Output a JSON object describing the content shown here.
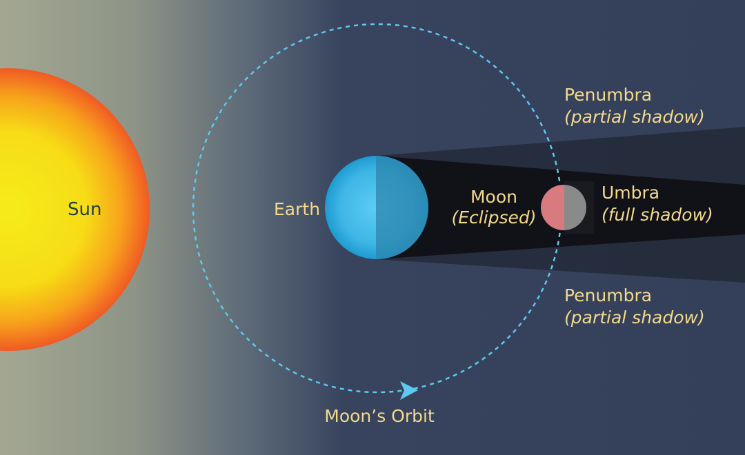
{
  "labels": {
    "sun": "Sun",
    "earth": "Earth",
    "moon": "Moon",
    "moon_sub": "(Eclipsed)",
    "umbra": "Umbra",
    "umbra_sub": "(full shadow)",
    "penumbra_top": "Penumbra",
    "penumbra_top_sub": "(partial shadow)",
    "penumbra_bottom": "Penumbra",
    "penumbra_bottom_sub": "(partial shadow)",
    "orbit": "Moon’s Orbit"
  },
  "colors": {
    "background": "#34405a",
    "sun_core": "#f5ec1a",
    "sun_edge": "#f05a24",
    "sun_glow": "#9aa08e",
    "earth_light": "#4fc3ee",
    "earth_dark": "#2e86ad",
    "moon_eclipsed": "#d77b7f",
    "moon_gray": "#8a8a8a",
    "umbra": "#111217",
    "penumbra": "#252c3c",
    "orbit": "#5ec8f0",
    "label": "#f3d98c",
    "sun_label": "#1f3f45"
  }
}
